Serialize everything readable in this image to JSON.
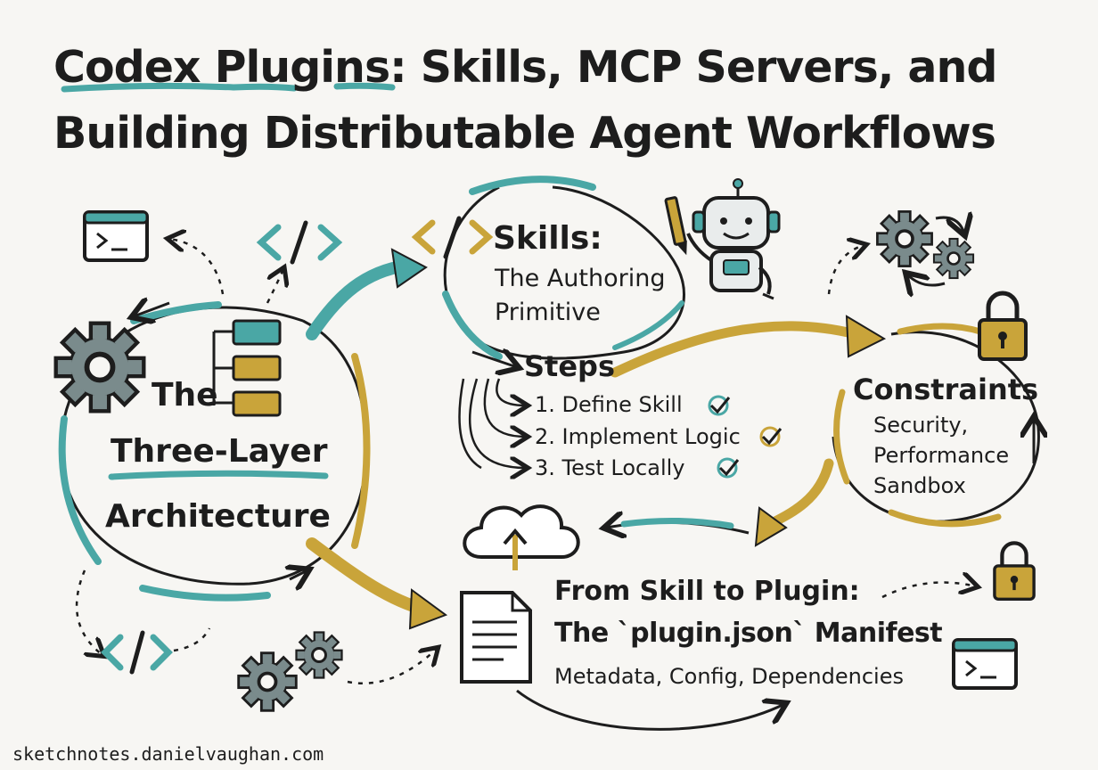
{
  "title": {
    "line1": "Codex Plugins: Skills, MCP Servers, and",
    "line2": "Building Distributable Agent Workflows"
  },
  "architecture": {
    "line1": "The",
    "line2": "Three-Layer",
    "line3": "Architecture"
  },
  "skills": {
    "heading": "Skills:",
    "sub1": "The Authoring",
    "sub2": "Primitive",
    "steps_label": "Steps",
    "steps": [
      "1. Define Skill",
      "2. Implement Logic",
      "3. Test Locally"
    ]
  },
  "constraints": {
    "heading": "Constraints",
    "line1": "Security,",
    "line2": "Performance",
    "line3": "Sandbox"
  },
  "plugin": {
    "heading": "From Skill to Plugin:",
    "manifest": "The `plugin.json` Manifest",
    "details": "Metadata, Config, Dependencies"
  },
  "footer": {
    "site": "sketchnotes.danielvaughan.com"
  },
  "icons": {
    "terminal": "terminal-icon",
    "code": "code-brackets-icon",
    "gear": "gear-icon",
    "robot": "robot-icon",
    "lock": "padlock-icon",
    "cloud": "cloud-upload-icon",
    "document": "document-icon",
    "flowchart": "flowchart-icon"
  },
  "colors": {
    "teal": "#4aa7a5",
    "gold": "#c9a43a",
    "ink": "#1d1d1d",
    "background": "#f7f6f3"
  }
}
